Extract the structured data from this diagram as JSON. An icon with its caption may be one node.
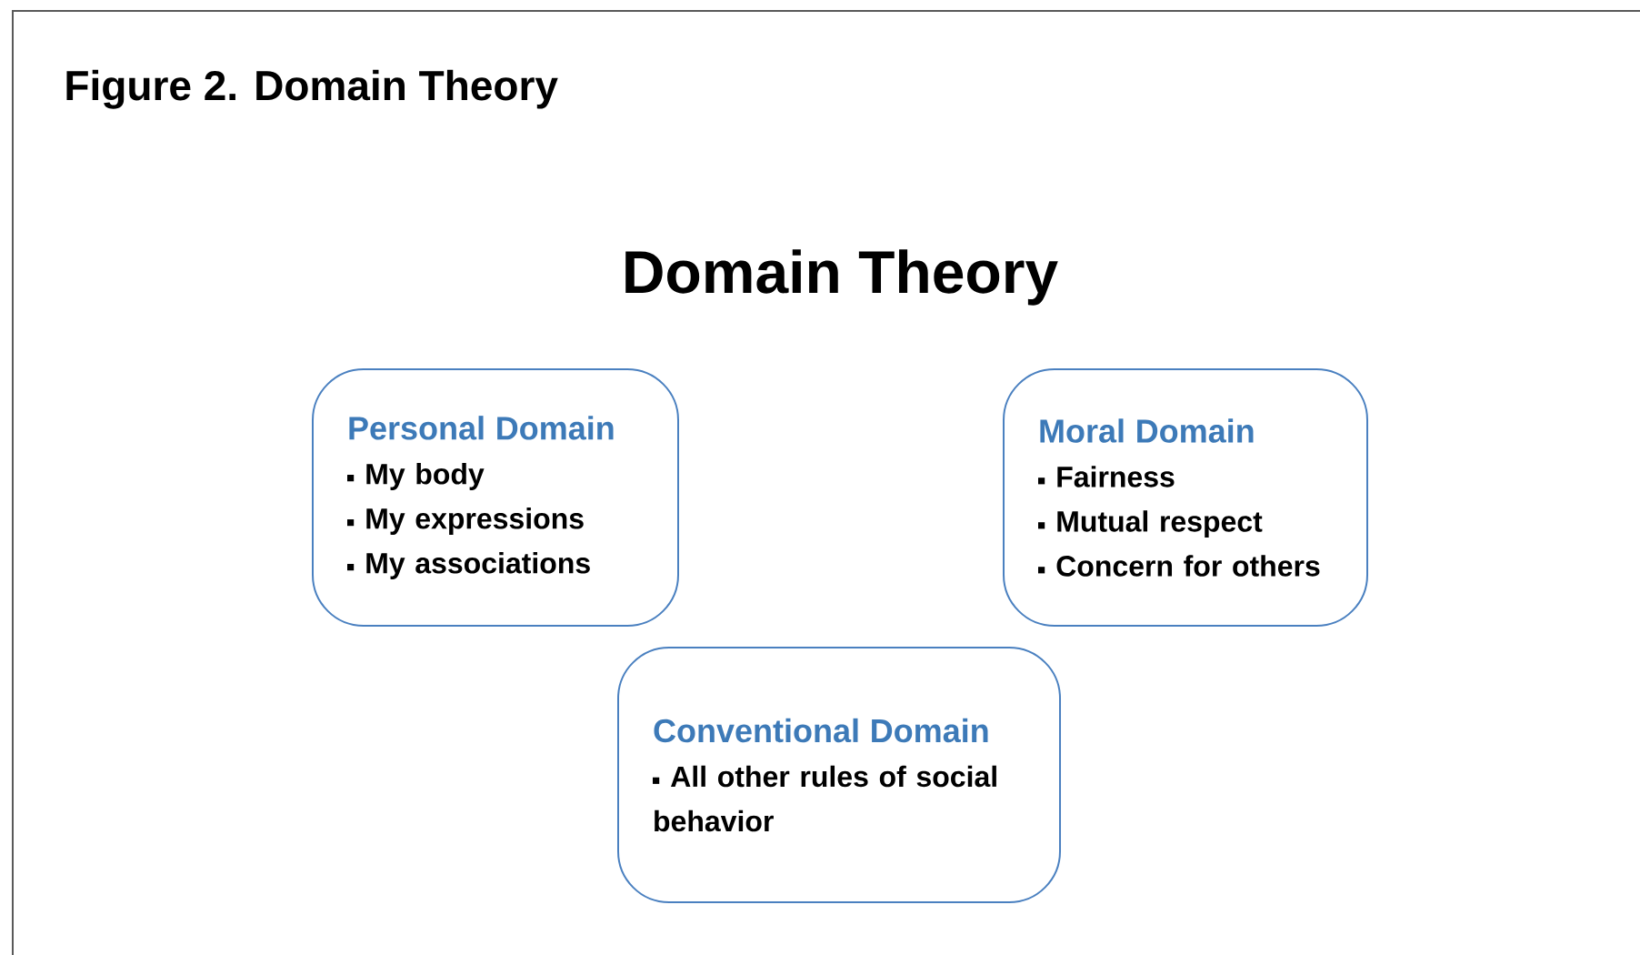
{
  "diagram": {
    "caption": "Figure 2. Domain Theory",
    "title": "Domain Theory",
    "nodes": [
      {
        "text": [
          "Personal Domain",
          "My body",
          "My expressions",
          "My associations"
        ]
      },
      {
        "text": [
          "Moral Domain",
          "Fairness",
          "Mutual respect",
          "Concern for others"
        ]
      },
      {
        "text": [
          "Conventional Domain",
          "All other rules of social behavior"
        ]
      }
    ]
  }
}
